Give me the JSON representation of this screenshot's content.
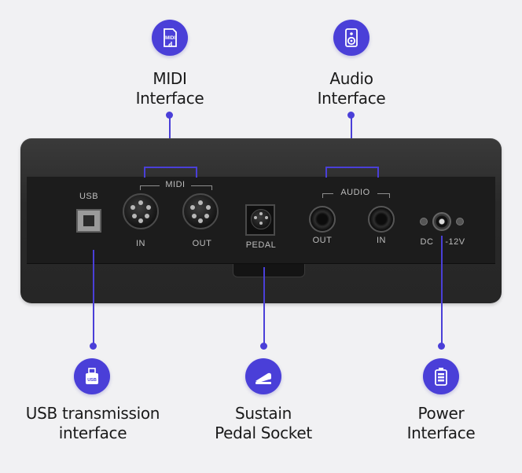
{
  "callouts": {
    "midi": {
      "title_line1": "MIDI",
      "title_line2": "Interface",
      "icon": "midi-file-icon"
    },
    "audio": {
      "title_line1": "Audio",
      "title_line2": "Interface",
      "icon": "speaker-icon"
    },
    "usb": {
      "title_line1": "USB transmission",
      "title_line2": "interface",
      "icon": "usb-drive-icon",
      "icon_text": "USB"
    },
    "pedal": {
      "title_line1": "Sustain",
      "title_line2": "Pedal Socket",
      "icon": "pedal-icon"
    },
    "power": {
      "title_line1": "Power",
      "title_line2": "Interface",
      "icon": "battery-icon"
    }
  },
  "panel": {
    "usb_label": "USB",
    "midi_group": "MIDI",
    "midi_in": "IN",
    "midi_out": "OUT",
    "pedal_label": "PEDAL",
    "audio_group": "AUDIO",
    "audio_out": "OUT",
    "audio_in": "IN",
    "dc_label": "DC",
    "voltage_label": "-12V"
  },
  "colors": {
    "accent": "#4a3fd8",
    "background": "#f1f1f3",
    "panel": "#262626"
  }
}
